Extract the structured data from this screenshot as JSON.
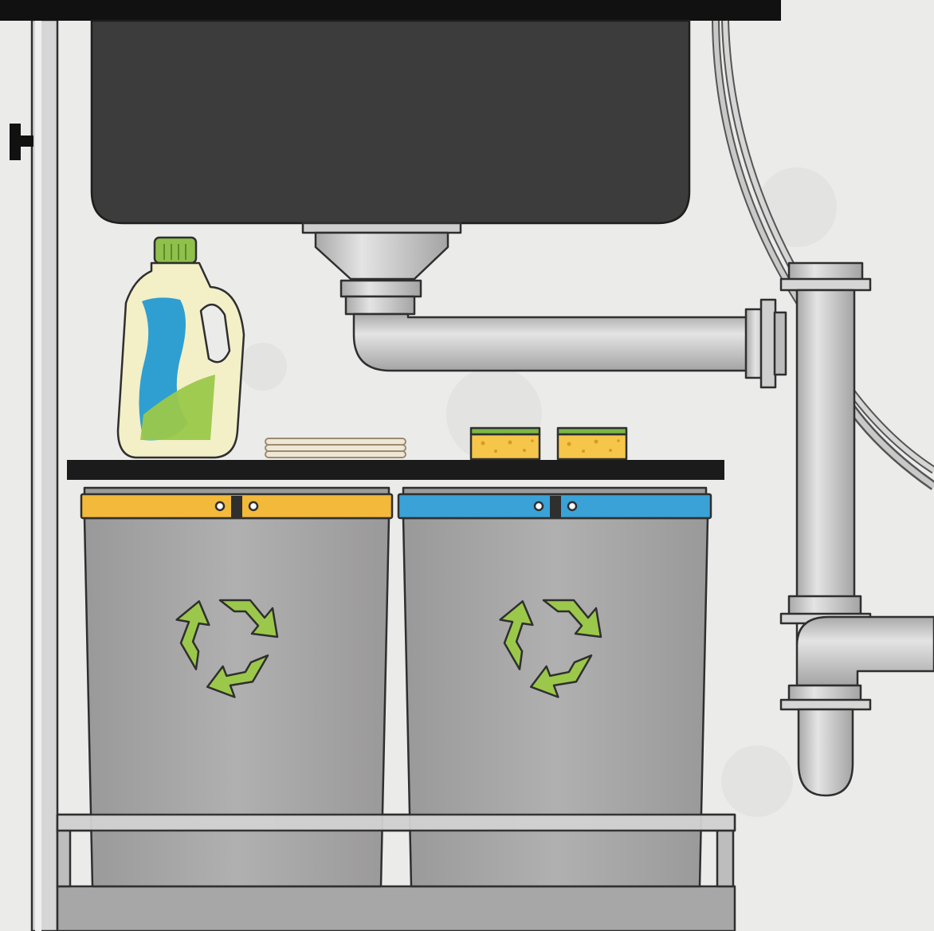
{
  "scene": {
    "description_items": [
      "sink-basin",
      "drain-strainer",
      "trap-pipe",
      "vertical-drain-pipe",
      "detergent-bottle",
      "cloths",
      "sponge",
      "shelf",
      "recycling-bin-yellow",
      "recycling-bin-blue",
      "bin-frame"
    ]
  },
  "colors": {
    "wall": "#ebebea",
    "sink": "#3c3c3c",
    "sink_top": "#111111",
    "pipe": "#c9c9c9",
    "pipe_dark": "#9d9d9d",
    "bin_body": "#a9a8a8",
    "bin_lid_yellow": "#f2b93a",
    "bin_lid_blue": "#3aa2d6",
    "recycle_green": "#9bc84b",
    "bottle": "#f3efc7",
    "bottle_cap": "#8fc04b",
    "bottle_label_blue": "#2f9fd2",
    "sponge_yellow": "#f6c64a",
    "sponge_green": "#7cb742",
    "shelf": "#1b1b1b",
    "frame": "#bdbdbd"
  },
  "icons": {
    "bin_symbol": "recycle-icon",
    "cabinet_hinge": "hinge-icon"
  }
}
